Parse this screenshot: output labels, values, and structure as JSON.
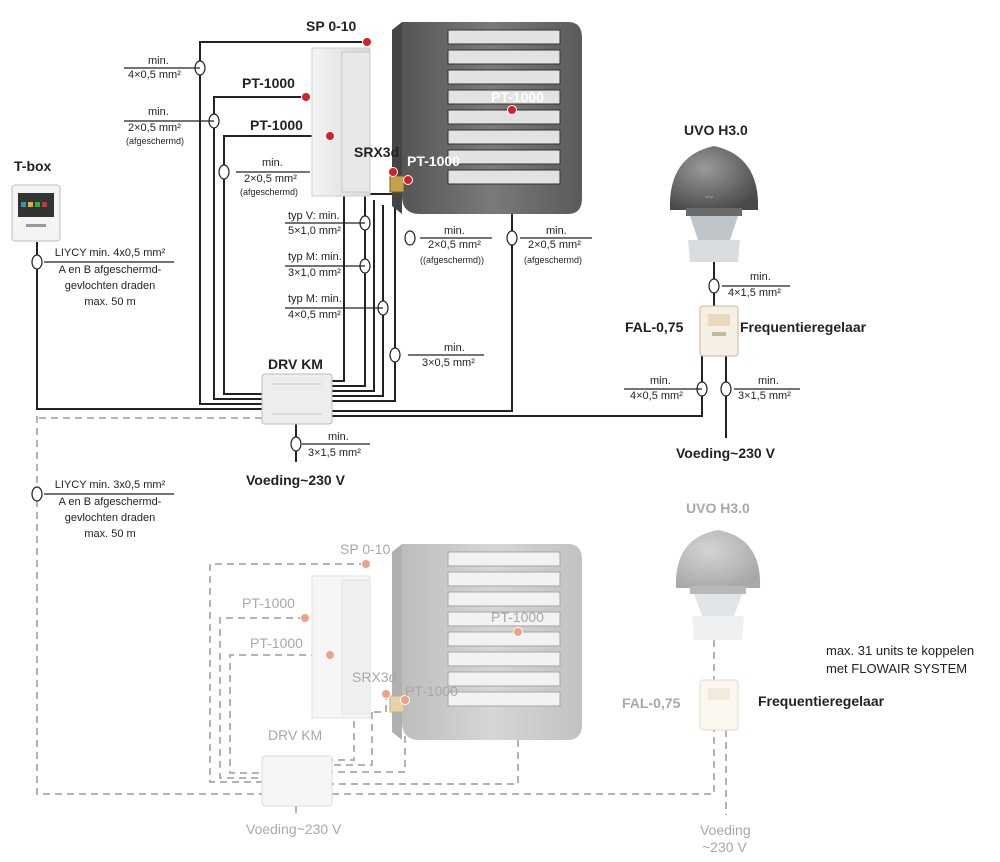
{
  "colors": {
    "wire": "#222222",
    "wire_dashed": "#b3b3b3",
    "sensor_dot": "#d42027",
    "sensor_dot_faded": "#f0a089",
    "heater_body": "#6a6a6a"
  },
  "top_system": {
    "heater_labels": {
      "sp": "SP 0-10",
      "pt1": "PT-1000",
      "pt2": "PT-1000",
      "srx": "SRX3d",
      "pt3": "PT-1000",
      "pt4": "PT-1000"
    },
    "cables": {
      "c1": {
        "top": "min.",
        "bottom": "4×0,5 mm²"
      },
      "c2": {
        "top": "min.",
        "bottom": "2×0,5 mm²",
        "note": "(afgeschermd)"
      },
      "c3": {
        "top": "min.",
        "bottom": "2×0,5 mm²",
        "note": "(afgeschermd)"
      },
      "c4": {
        "top": "typ V: min.",
        "bottom": "5×1,0 mm²"
      },
      "c5": {
        "top": "typ M: min.",
        "bottom": "3×1,0 mm²"
      },
      "c6": {
        "top": "typ M: min.",
        "bottom": "4×0,5 mm²"
      },
      "c7": {
        "top": "min.",
        "bottom": "2×0,5 mm²",
        "note": "((afgeschermd))"
      },
      "c8": {
        "top": "min.",
        "bottom": "2×0,5 mm²",
        "note": "(afgeschermd)"
      },
      "c9": {
        "top": "min.",
        "bottom": "3×0,5 mm²"
      },
      "c10": {
        "top": "min.",
        "bottom": "3×1,5 mm²"
      },
      "c11": {
        "top": "min.",
        "bottom": "4×1,5 mm²"
      },
      "c12": {
        "top": "min.",
        "bottom": "4×0,5 mm²"
      },
      "c13": {
        "top": "min.",
        "bottom": "3×1,5 mm²"
      }
    },
    "tbox": "T-box",
    "tbox_cable": {
      "line1": "LIYCY min. 4x0,5 mm²",
      "line2": "A en B afgeschermd-",
      "line3": "gevlochten draden",
      "line4": "max. 50 m"
    },
    "drv": "DRV KM",
    "drv_power": "Voeding~230 V",
    "uvo": "UVO H3.0",
    "fal": "FAL-0,75",
    "freq": "Frequentieregelaar",
    "fal_power": "Voeding~230 V"
  },
  "bottom_system": {
    "link_cable": {
      "line1": "LIYCY min. 3x0,5 mm²",
      "line2": "A en B afgeschermd-",
      "line3": "gevlochten draden",
      "line4": "max. 50 m"
    },
    "heater_labels": {
      "sp": "SP 0-10",
      "pt1": "PT-1000",
      "pt2": "PT-1000",
      "srx": "SRX3d",
      "pt3": "PT-1000",
      "pt4": "PT-1000"
    },
    "drv": "DRV KM",
    "drv_power": "Voeding~230 V",
    "uvo": "UVO H3.0",
    "fal": "FAL-0,75",
    "freq": "Frequentieregelaar",
    "fal_power_line1": "Voeding",
    "fal_power_line2": "~230 V",
    "note_line1": "max. 31 units te koppelen",
    "note_line2": "met FLOWAIR SYSTEM"
  }
}
